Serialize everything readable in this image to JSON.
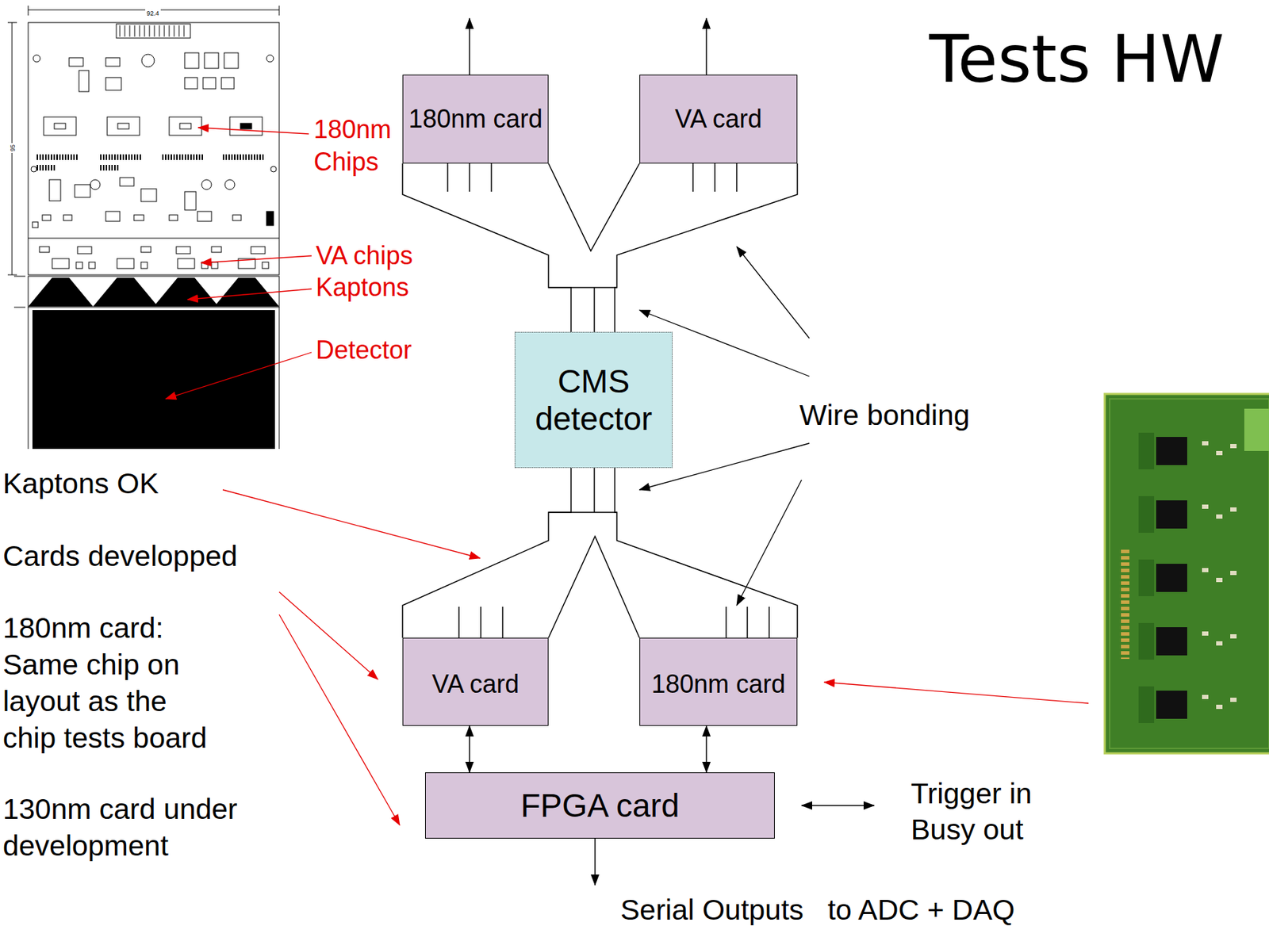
{
  "diagram": {
    "title": "Tests HW",
    "nodes": [
      {
        "text": [
          "180nm card"
        ]
      },
      {
        "text": [
          "VA card"
        ]
      },
      {
        "text": [
          "CMS detector"
        ]
      },
      {
        "text": [
          "VA card"
        ]
      },
      {
        "text": [
          "180nm card"
        ]
      },
      {
        "text": [
          "FPGA card"
        ]
      }
    ],
    "edges": [
      {
        "from": 2,
        "to": 0,
        "arrow": "none"
      },
      {
        "from": 2,
        "to": 1,
        "arrow": "none"
      },
      {
        "from": 2,
        "to": 3,
        "arrow": "none"
      },
      {
        "from": 2,
        "to": 4,
        "arrow": "none"
      },
      {
        "from": 3,
        "to": 5,
        "arrow": "both"
      },
      {
        "from": 4,
        "to": 5,
        "arrow": "both"
      }
    ],
    "labels": [
      "180nm Chips",
      "VA chips",
      "Kaptons",
      "Detector",
      "Wire bonding",
      "Kaptons OK",
      "Cards developped",
      "180nm card: Same chip on layout as the chip tests board",
      "130nm card under development",
      "Trigger in Busy out",
      "Serial Outputs   to ADC + DAQ",
      "92.4",
      "95"
    ]
  }
}
